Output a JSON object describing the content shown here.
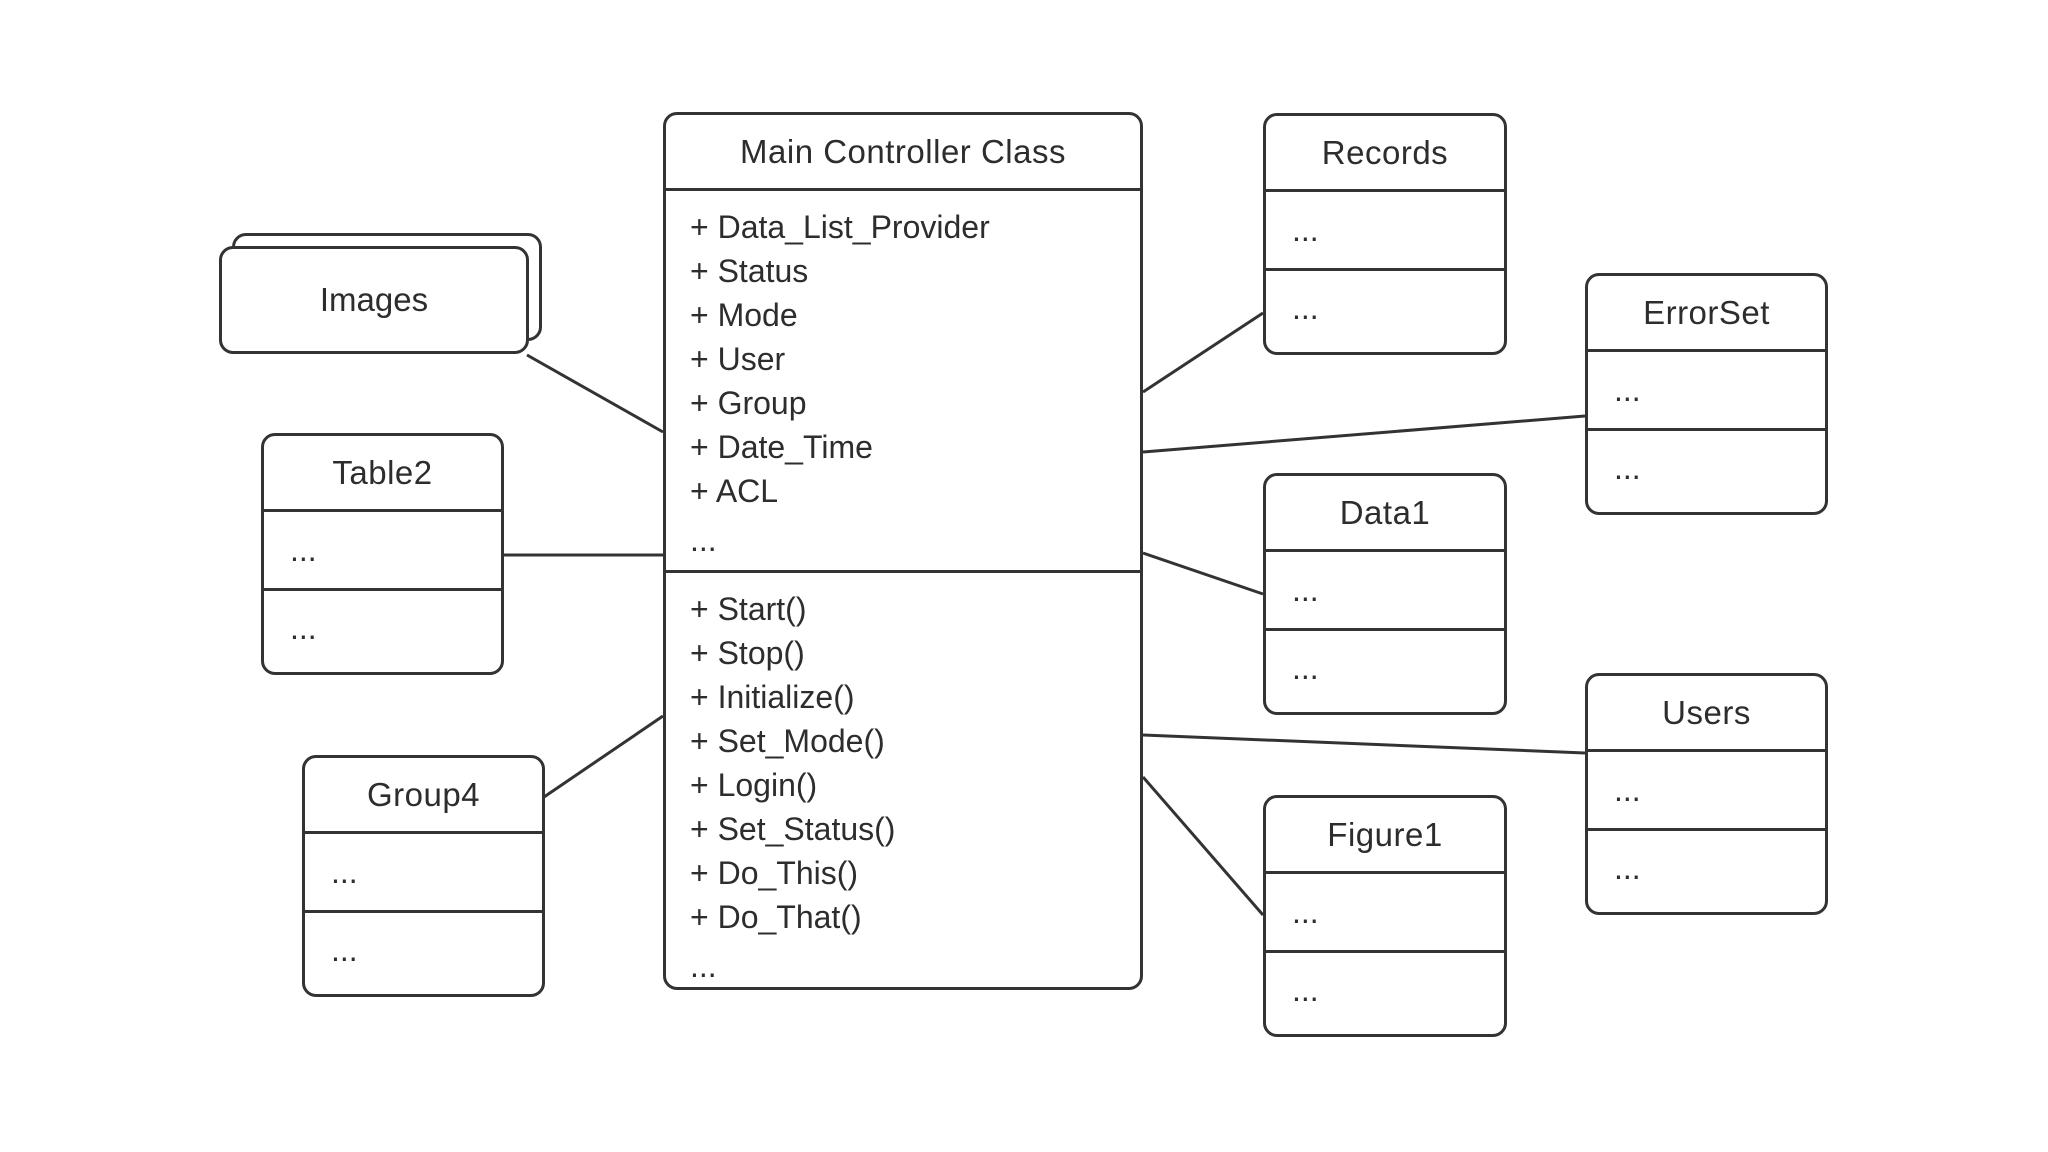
{
  "diagram": {
    "colors": {
      "background": "#ffffff",
      "stroke": "#333333",
      "text": "#2d2d2d",
      "shape_fill": "#ffffff"
    },
    "main_class": {
      "title": "Main Controller Class",
      "attributes": {
        "0": "+ Data_List_Provider",
        "1": "+ Status",
        "2": "+ Mode",
        "3": "+ User",
        "4": "+ Group",
        "5": "+ Date_Time",
        "6": "+ ACL",
        "7": "..."
      },
      "methods": {
        "0": "+ Start()",
        "1": "+ Stop()",
        "2": "+ Initialize()",
        "3": "+ Set_Mode()",
        "4": "+ Login()",
        "5": "+ Set_Status()",
        "6": "+ Do_This()",
        "7": "+ Do_That()",
        "8": "..."
      }
    },
    "images_stack": {
      "title": "Images"
    },
    "table2": {
      "title": "Table2",
      "rows": {
        "0": "...",
        "1": "..."
      }
    },
    "group4": {
      "title": "Group4",
      "rows": {
        "0": "...",
        "1": "..."
      }
    },
    "records": {
      "title": "Records",
      "rows": {
        "0": "...",
        "1": "..."
      }
    },
    "errorset": {
      "title": "ErrorSet",
      "rows": {
        "0": "...",
        "1": "..."
      }
    },
    "data1": {
      "title": "Data1",
      "rows": {
        "0": "...",
        "1": "..."
      }
    },
    "users": {
      "title": "Users",
      "rows": {
        "0": "...",
        "1": "..."
      }
    },
    "figure1": {
      "title": "Figure1",
      "rows": {
        "0": "...",
        "1": "..."
      }
    }
  }
}
